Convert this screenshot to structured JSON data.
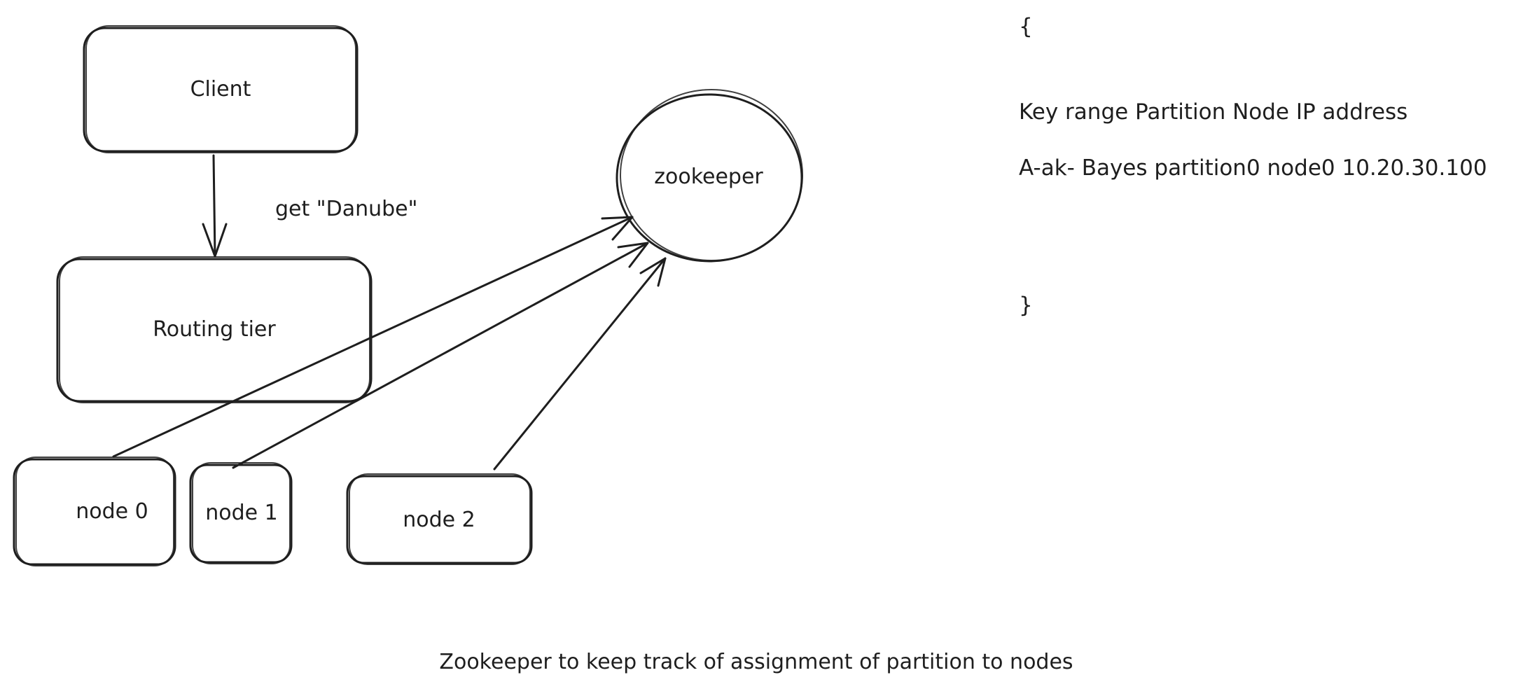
{
  "nodes": {
    "client": "Client",
    "routing_tier": "Routing tier",
    "zookeeper": "zookeeper",
    "node0": "node 0",
    "node1": "node 1",
    "node2": "node 2"
  },
  "edges": {
    "client_to_routing_label": "get \"Danube\""
  },
  "mapping_table": {
    "open_brace": "{",
    "header": "Key range Partition Node IP address",
    "row": "A-ak- Bayes  partition0 node0 10.20.30.100",
    "close_brace": "}"
  },
  "caption": "Zookeeper to keep track of assignment of partition to nodes"
}
